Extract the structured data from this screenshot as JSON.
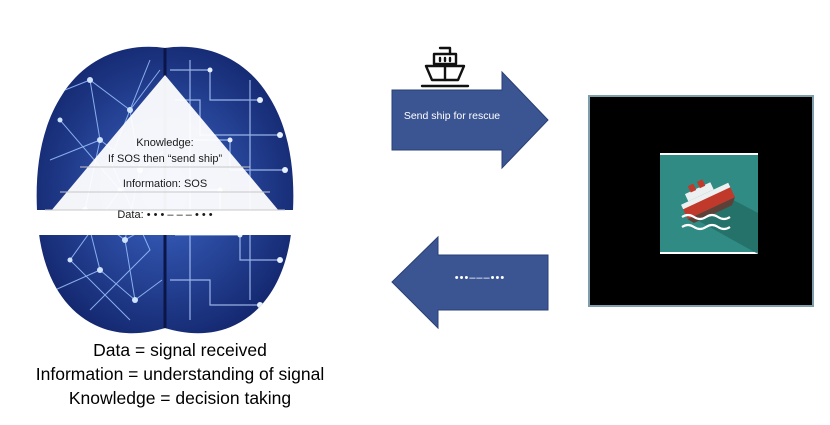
{
  "pyramid": {
    "knowledge_line1": "Knowledge:",
    "knowledge_line2": "If SOS then “send ship”",
    "information": "Information: SOS",
    "data": "Data: • • • – – – • • •"
  },
  "caption": {
    "line1": "Data = signal received",
    "line2": "Information = understanding of signal",
    "line3": "Knowledge = decision taking"
  },
  "arrows": {
    "right_label": "Send ship for rescue",
    "left_label": "•••–––•••"
  },
  "icons": {
    "ship": "ship-icon",
    "sinking_ship": "sinking-ship-icon",
    "brain": "brain-circuit-icon"
  },
  "colors": {
    "arrow_fill": "#3b5593",
    "brain_blue": "#1b2f7a",
    "tile_teal": "#2f8b83",
    "screen_bg": "#000000"
  }
}
